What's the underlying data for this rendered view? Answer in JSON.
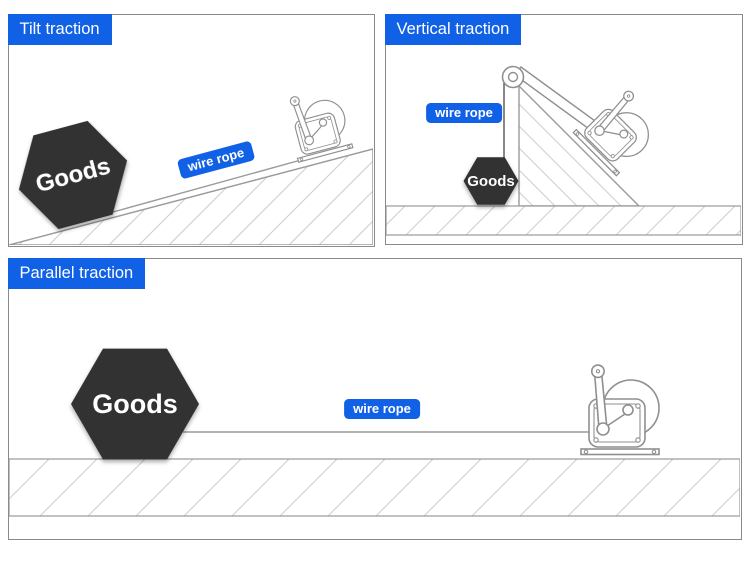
{
  "colors": {
    "accent_blue": "#1161e6",
    "goods_dark": "#333333",
    "drawing_line": "#8f8f8f",
    "hatch_line": "#cfcfcf",
    "panel_border": "#8a8a8a"
  },
  "panels": [
    {
      "id": "tilt",
      "label": "Tilt traction",
      "goods": "Goods",
      "rope": "wire rope"
    },
    {
      "id": "vertical",
      "label": "Vertical traction",
      "goods": "Goods",
      "rope": "wire rope"
    },
    {
      "id": "parallel",
      "label": "Parallel traction",
      "goods": "Goods",
      "rope": "wire rope"
    }
  ]
}
